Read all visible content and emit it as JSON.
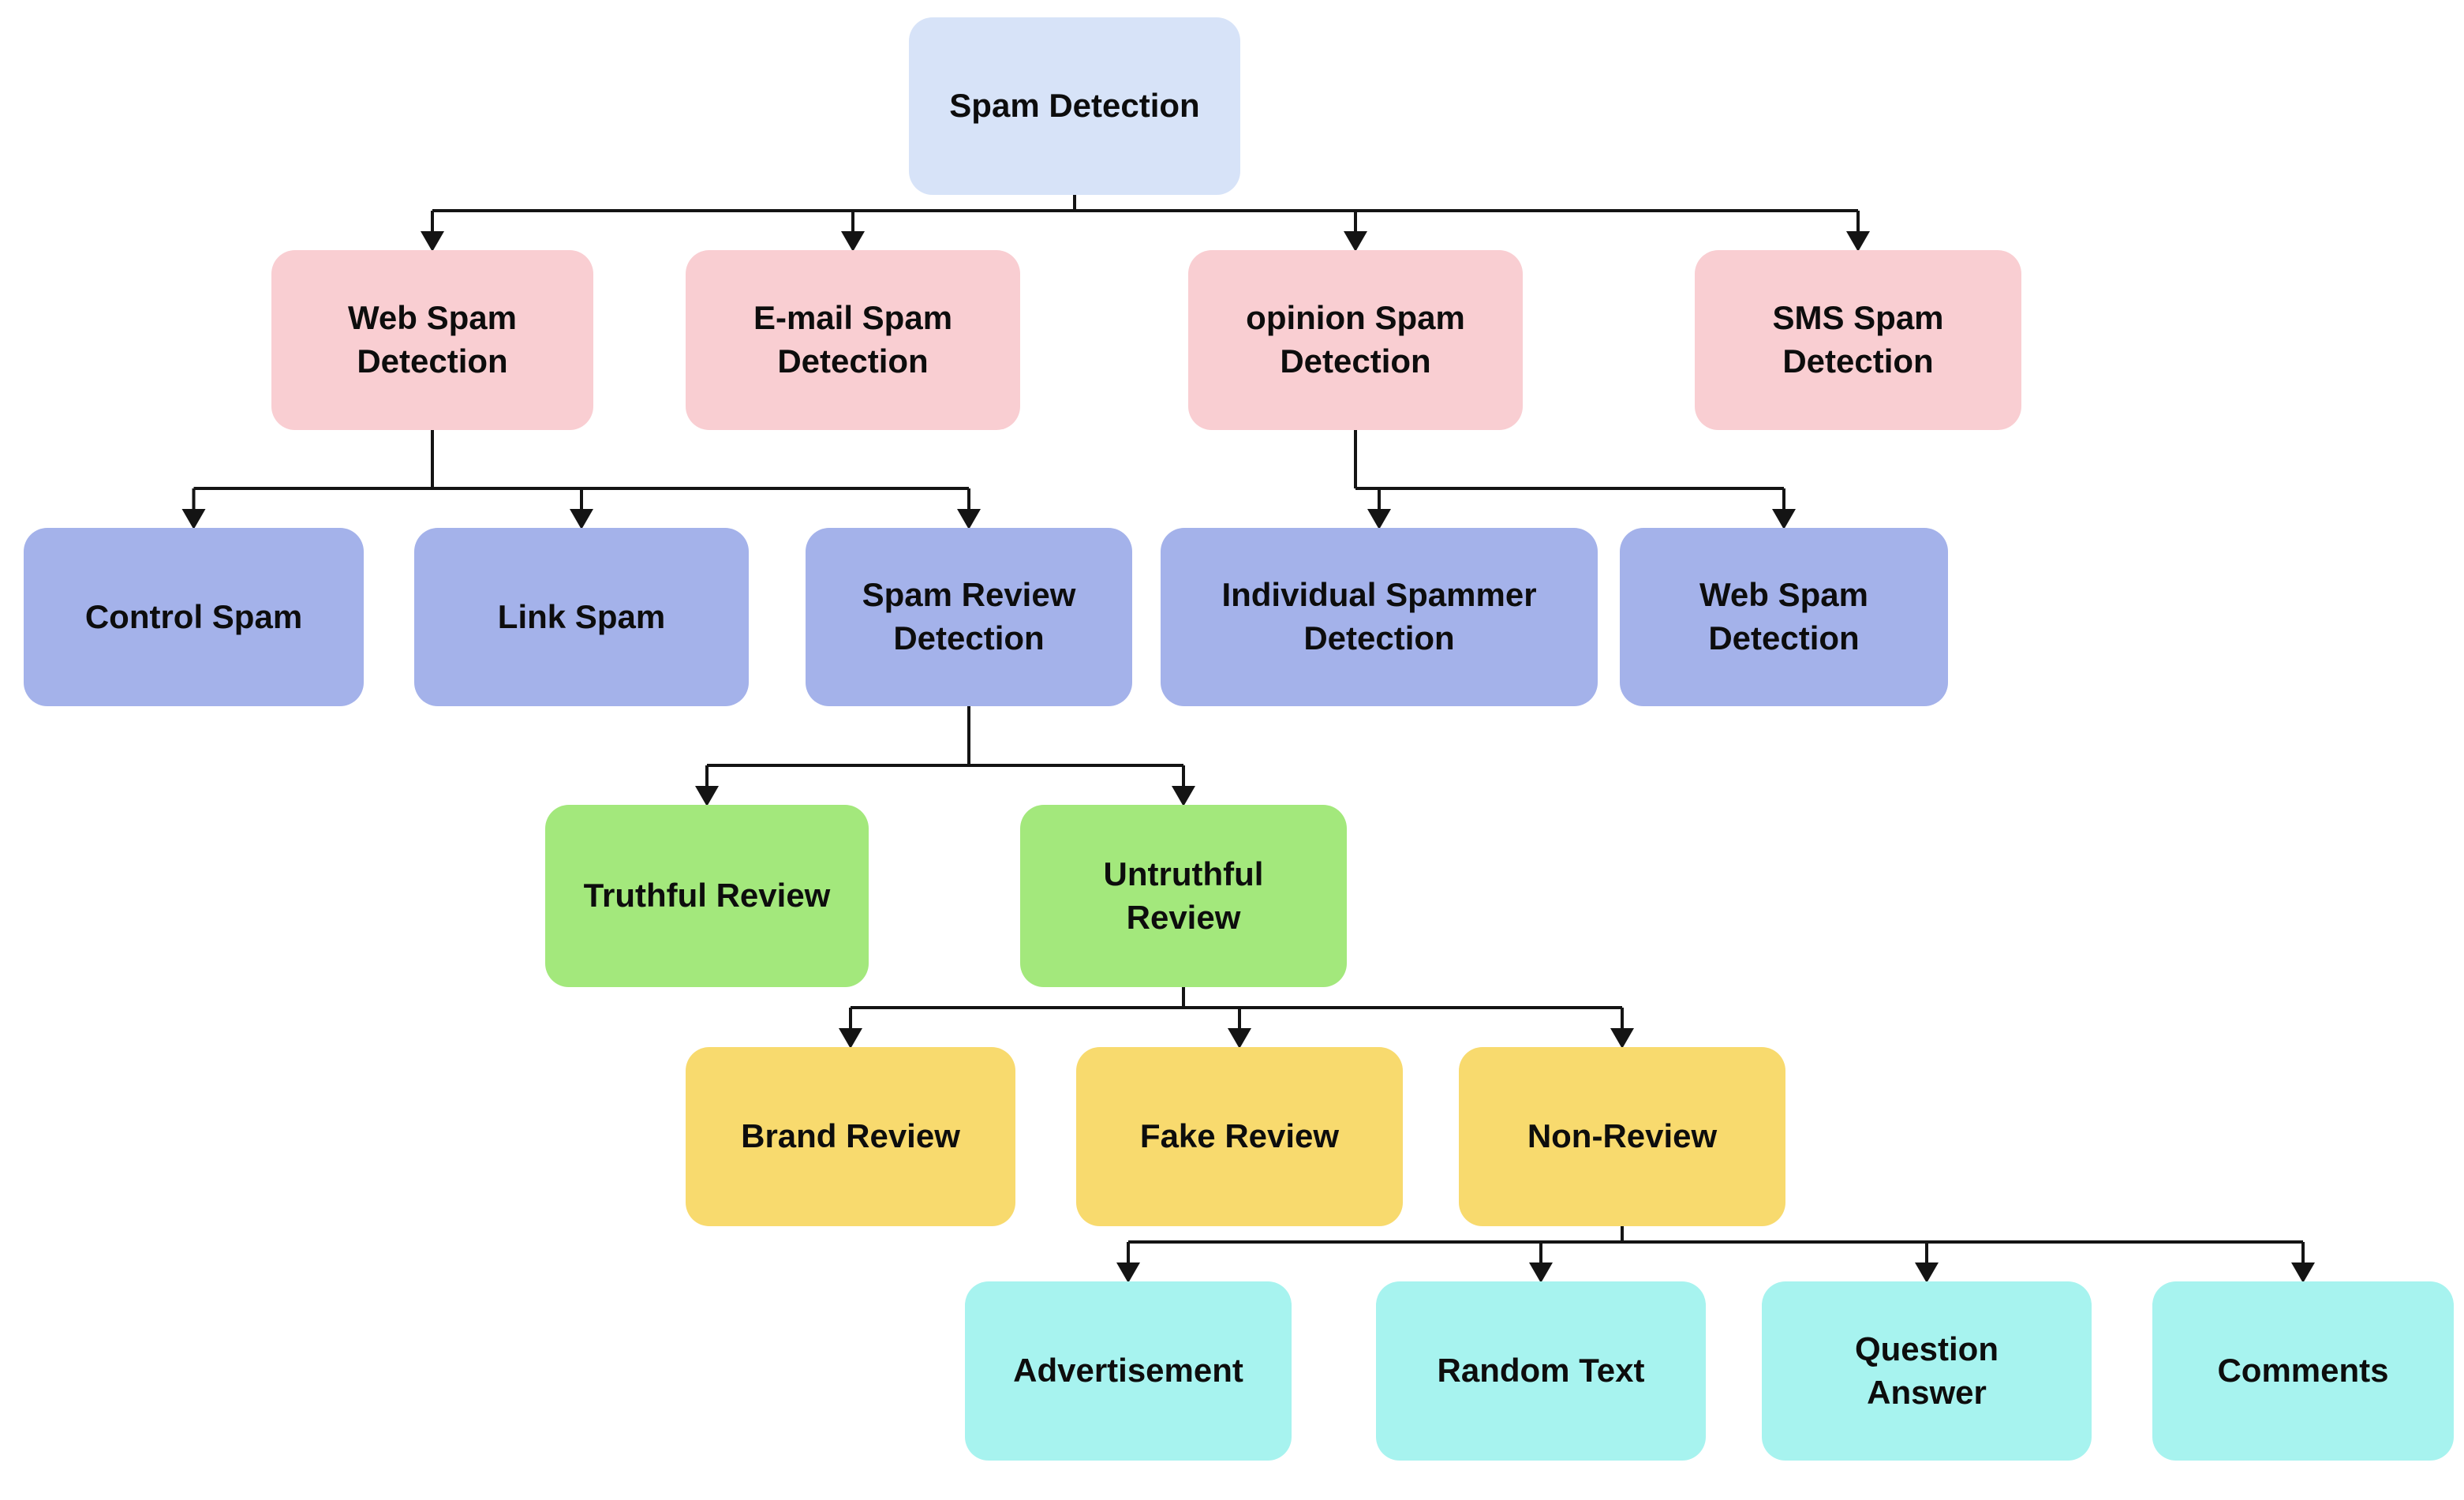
{
  "diagram": {
    "type": "tree",
    "background": "#ffffff",
    "line_color": "#141414",
    "colors": {
      "root": "#d7e3f8",
      "level1": "#f9ced2",
      "level2": "#a4b2ea",
      "level3": "#a3e87c",
      "level4": "#f8da6e",
      "level5": "#a7f3ef"
    },
    "nodes": [
      {
        "id": "spam-detection",
        "label": "Spam Detection",
        "group": "root"
      },
      {
        "id": "web-spam-detection",
        "label": "Web Spam\nDetection",
        "group": "level1"
      },
      {
        "id": "email-spam-detection",
        "label": "E-mail Spam\nDetection",
        "group": "level1"
      },
      {
        "id": "opinion-spam-detection",
        "label": "opinion Spam\nDetection",
        "group": "level1"
      },
      {
        "id": "sms-spam-detection",
        "label": "SMS Spam\nDetection",
        "group": "level1"
      },
      {
        "id": "control-spam",
        "label": "Control Spam",
        "group": "level2"
      },
      {
        "id": "link-spam",
        "label": "Link Spam",
        "group": "level2"
      },
      {
        "id": "spam-review-detection",
        "label": "Spam Review\nDetection",
        "group": "level2"
      },
      {
        "id": "individual-spammer-detection",
        "label": "Individual Spammer\nDetection",
        "group": "level2"
      },
      {
        "id": "web-spam-detection-2",
        "label": "Web Spam\nDetection",
        "group": "level2"
      },
      {
        "id": "truthful-review",
        "label": "Truthful Review",
        "group": "level3"
      },
      {
        "id": "untruthful-review",
        "label": "Untruthful\nReview",
        "group": "level3"
      },
      {
        "id": "brand-review",
        "label": "Brand Review",
        "group": "level4"
      },
      {
        "id": "fake-review",
        "label": "Fake Review",
        "group": "level4"
      },
      {
        "id": "non-review",
        "label": "Non-Review",
        "group": "level4"
      },
      {
        "id": "advertisement",
        "label": "Advertisement",
        "group": "level5"
      },
      {
        "id": "random-text",
        "label": "Random Text",
        "group": "level5"
      },
      {
        "id": "question-answer",
        "label": "Question\nAnswer",
        "group": "level5"
      },
      {
        "id": "comments",
        "label": "Comments",
        "group": "level5"
      }
    ],
    "edges": [
      [
        "spam-detection",
        "web-spam-detection"
      ],
      [
        "spam-detection",
        "email-spam-detection"
      ],
      [
        "spam-detection",
        "opinion-spam-detection"
      ],
      [
        "spam-detection",
        "sms-spam-detection"
      ],
      [
        "web-spam-detection",
        "control-spam"
      ],
      [
        "web-spam-detection",
        "link-spam"
      ],
      [
        "web-spam-detection",
        "spam-review-detection"
      ],
      [
        "opinion-spam-detection",
        "individual-spammer-detection"
      ],
      [
        "opinion-spam-detection",
        "web-spam-detection-2"
      ],
      [
        "spam-review-detection",
        "truthful-review"
      ],
      [
        "spam-review-detection",
        "untruthful-review"
      ],
      [
        "untruthful-review",
        "brand-review"
      ],
      [
        "untruthful-review",
        "fake-review"
      ],
      [
        "untruthful-review",
        "non-review"
      ],
      [
        "non-review",
        "advertisement"
      ],
      [
        "non-review",
        "random-text"
      ],
      [
        "non-review",
        "question-answer"
      ],
      [
        "non-review",
        "comments"
      ]
    ]
  }
}
